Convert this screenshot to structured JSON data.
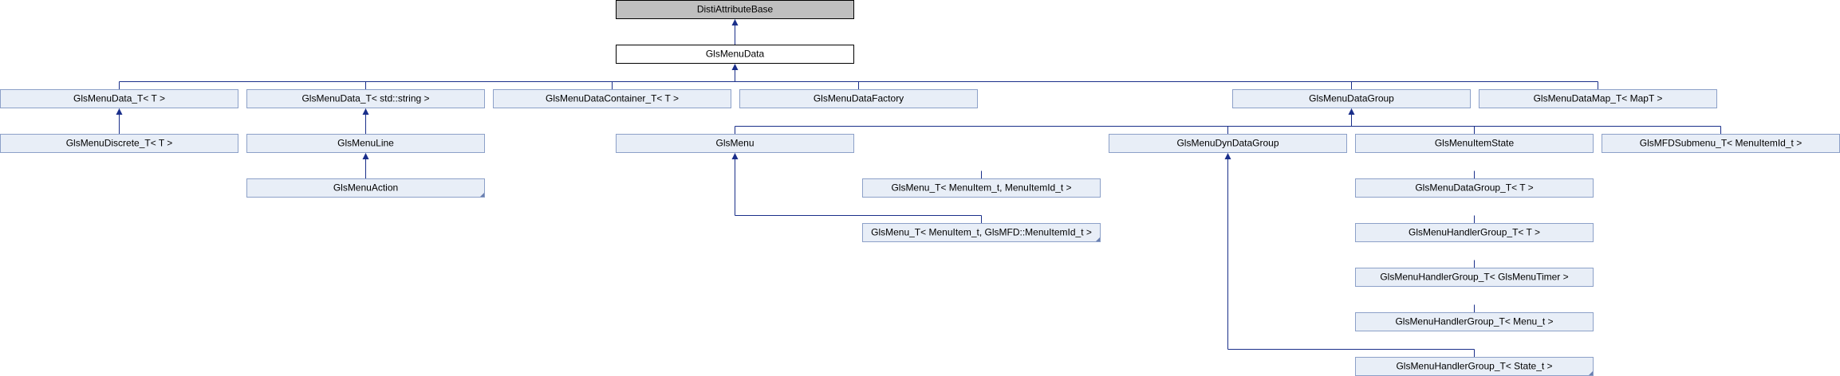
{
  "diagram": {
    "nodes": [
      {
        "id": "distiattrbase",
        "label": "DistiAttributeBase",
        "style": "root"
      },
      {
        "id": "glsmenudata",
        "label": "GlsMenuData",
        "style": "focus"
      },
      {
        "id": "menudata_t",
        "label": "GlsMenuData_T< T >"
      },
      {
        "id": "menudata_string",
        "label": "GlsMenuData_T< std::string >"
      },
      {
        "id": "container_t",
        "label": "GlsMenuDataContainer_T< T >"
      },
      {
        "id": "factory",
        "label": "GlsMenuDataFactory"
      },
      {
        "id": "datagroup",
        "label": "GlsMenuDataGroup"
      },
      {
        "id": "datamap",
        "label": "GlsMenuDataMap_T< MapT >"
      },
      {
        "id": "discrete",
        "label": "GlsMenuDiscrete_T< T >"
      },
      {
        "id": "menuline",
        "label": "GlsMenuLine"
      },
      {
        "id": "menuaction",
        "label": "GlsMenuAction"
      },
      {
        "id": "glsmenu",
        "label": "GlsMenu"
      },
      {
        "id": "menu_t1",
        "label": "GlsMenu_T< MenuItem_t, MenuItemId_t >"
      },
      {
        "id": "menu_t2",
        "label": "GlsMenu_T< MenuItem_t, GlsMFD::MenuItemId_t >"
      },
      {
        "id": "dyngroup",
        "label": "GlsMenuDynDataGroup"
      },
      {
        "id": "itemstate",
        "label": "GlsMenuItemState"
      },
      {
        "id": "mfdsubmenu",
        "label": "GlsMFDSubmenu_T< MenuItemId_t >"
      },
      {
        "id": "datagroup_t",
        "label": "GlsMenuDataGroup_T< T >"
      },
      {
        "id": "handler_t",
        "label": "GlsMenuHandlerGroup_T< T >"
      },
      {
        "id": "handler_timer",
        "label": "GlsMenuHandlerGroup_T< GlsMenuTimer >"
      },
      {
        "id": "handler_menu",
        "label": "GlsMenuHandlerGroup_T< Menu_t >"
      },
      {
        "id": "handler_state",
        "label": "GlsMenuHandlerGroup_T< State_t >"
      }
    ],
    "edges": [
      {
        "from": "glsmenudata",
        "to": "distiattrbase"
      },
      {
        "from": "menudata_t",
        "to": "glsmenudata"
      },
      {
        "from": "menudata_string",
        "to": "glsmenudata"
      },
      {
        "from": "container_t",
        "to": "glsmenudata"
      },
      {
        "from": "factory",
        "to": "glsmenudata"
      },
      {
        "from": "datagroup",
        "to": "glsmenudata"
      },
      {
        "from": "datamap",
        "to": "glsmenudata"
      },
      {
        "from": "discrete",
        "to": "menudata_t"
      },
      {
        "from": "menuline",
        "to": "menudata_string"
      },
      {
        "from": "menuaction",
        "to": "menuline"
      },
      {
        "from": "glsmenu",
        "to": "datagroup"
      },
      {
        "from": "dyngroup",
        "to": "datagroup"
      },
      {
        "from": "itemstate",
        "to": "datagroup"
      },
      {
        "from": "mfdsubmenu",
        "to": "datagroup"
      },
      {
        "from": "menu_t1",
        "to": "glsmenu"
      },
      {
        "from": "menu_t2",
        "to": "glsmenu"
      },
      {
        "from": "datagroup_t",
        "to": "dyngroup"
      },
      {
        "from": "handler_t",
        "to": "dyngroup"
      },
      {
        "from": "handler_timer",
        "to": "dyngroup"
      },
      {
        "from": "handler_menu",
        "to": "dyngroup"
      },
      {
        "from": "handler_state",
        "to": "dyngroup"
      }
    ],
    "colors": {
      "edge": "#1a2f8a",
      "node_fill": "#e8eef7",
      "node_border": "#8ca0c8",
      "root_fill": "#bfbfbf",
      "focus_fill": "#ffffff"
    }
  }
}
